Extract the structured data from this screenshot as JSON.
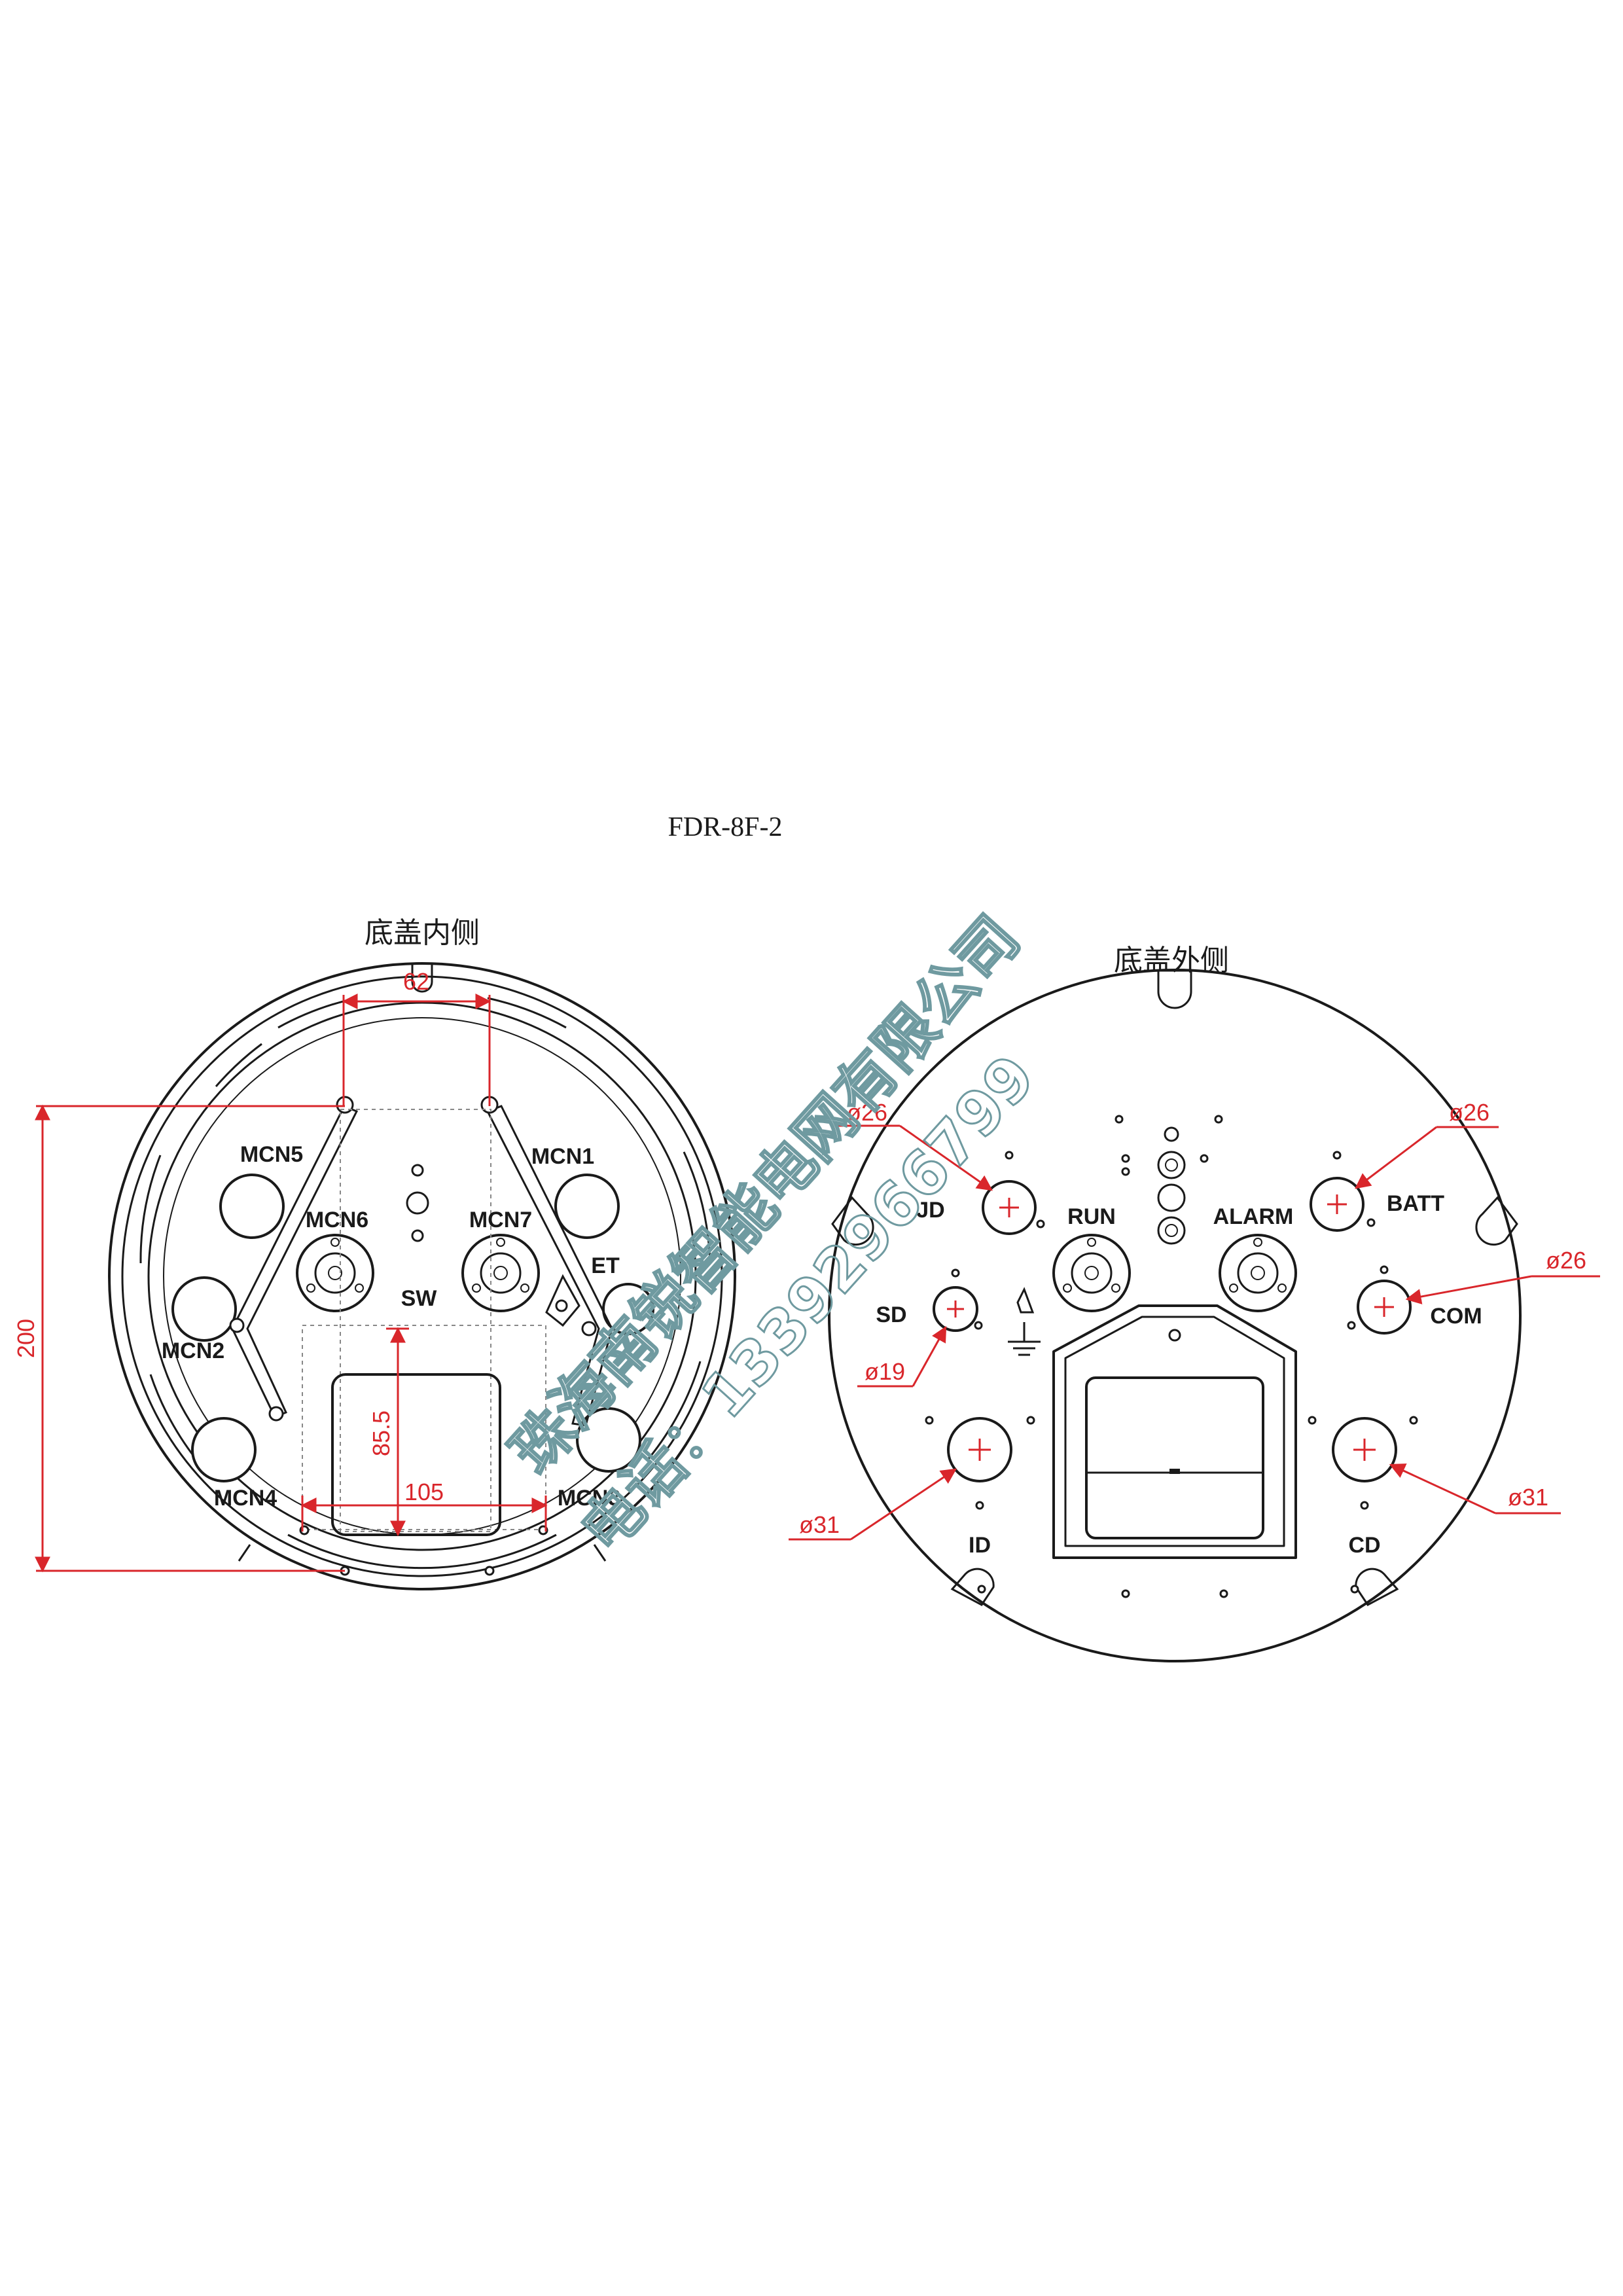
{
  "title": "FDR-8F-2",
  "views": {
    "inner": {
      "title": "底盖内侧",
      "labels": [
        "MCN5",
        "MCN6",
        "MCN7",
        "MCN1",
        "MCN2",
        "SW",
        "ET",
        "MCN4",
        "MCN3"
      ],
      "dimensions": {
        "width_top": "62",
        "height_left": "200",
        "window_height": "85.5",
        "window_width": "105"
      }
    },
    "outer": {
      "title": "底盖外侧",
      "labels": [
        "JD",
        "RUN",
        "ALARM",
        "BATT",
        "SD",
        "COM",
        "ID",
        "CD"
      ],
      "diameters": {
        "jd": "ø26",
        "batt": "ø26",
        "com": "ø26",
        "sd": "ø19",
        "id": "ø31",
        "cd": "ø31"
      }
    }
  },
  "watermark": {
    "line1": "珠海南锐智能电网有限公司",
    "line2": "电话：13392966799"
  }
}
